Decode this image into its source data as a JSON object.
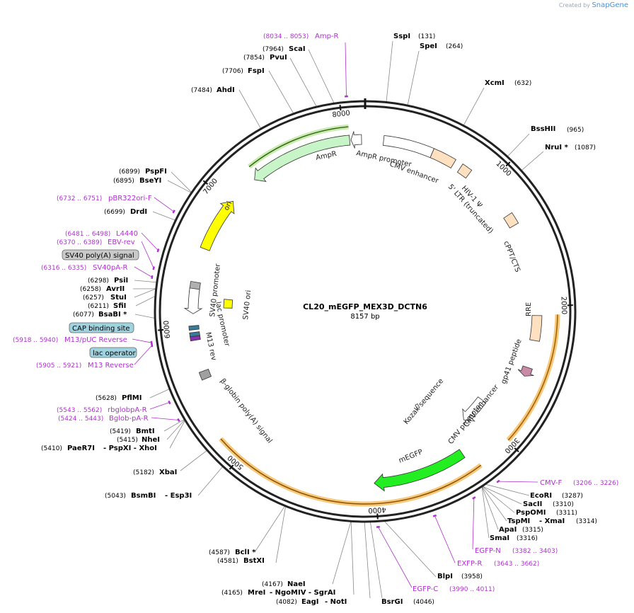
{
  "credit": {
    "prefix": "Created by",
    "brand": "SnapGene"
  },
  "plasmid": {
    "name": "CL20_mEGFP_MEX3D_DCTN6",
    "length": "8157 bp"
  },
  "ticks": [
    "1000",
    "2000",
    "3000",
    "4000",
    "5000",
    "6000",
    "7000",
    "8000"
  ],
  "enzymes": [
    {
      "name": "SspI",
      "pos": "(131)"
    },
    {
      "name": "SpeI",
      "pos": "(264)"
    },
    {
      "name": "XcmI",
      "pos": "(632)"
    },
    {
      "name": "BssHII",
      "pos": "(965)"
    },
    {
      "name": "NruI *",
      "pos": "(1087)"
    },
    {
      "name": "EcoRI",
      "pos": "(3287)"
    },
    {
      "name": "SacII",
      "pos": "(3310)"
    },
    {
      "name": "PspOMI",
      "pos": "(3311)"
    },
    {
      "name": "TspMI",
      "pos": "(3314)",
      "extra": "- XmaI"
    },
    {
      "name": "ApaI",
      "pos": "(3315)"
    },
    {
      "name": "SmaI",
      "pos": "(3316)"
    },
    {
      "name": "BlpI",
      "pos": "(3958)"
    },
    {
      "name": "BsrGI",
      "pos": "(4046)"
    },
    {
      "name": "EagI",
      "pos": "(4082)",
      "extra": "- NotI"
    },
    {
      "name": "MreI",
      "pos": "(4165)",
      "extra": "- NgoMIV  - SgrAI"
    },
    {
      "name": "NaeI",
      "pos": "(4167)"
    },
    {
      "name": "BstXI",
      "pos": "(4581)"
    },
    {
      "name": "BclI *",
      "pos": "(4587)"
    },
    {
      "name": "BsmBI",
      "pos": "(5043)",
      "extra": "- Esp3I"
    },
    {
      "name": "XbaI",
      "pos": "(5182)"
    },
    {
      "name": "PaeR7I",
      "pos": "(5410)",
      "extra": "- PspXI  - XhoI"
    },
    {
      "name": "NheI",
      "pos": "(5415)"
    },
    {
      "name": "BmtI",
      "pos": "(5419)"
    },
    {
      "name": "PflMI",
      "pos": "(5628)"
    },
    {
      "name": "BsaBI *",
      "pos": "(6077)"
    },
    {
      "name": "SfiI",
      "pos": "(6211)"
    },
    {
      "name": "StuI",
      "pos": "(6257)"
    },
    {
      "name": "AvrII",
      "pos": "(6258)"
    },
    {
      "name": "PsiI",
      "pos": "(6298)"
    },
    {
      "name": "DrdI",
      "pos": "(6699)"
    },
    {
      "name": "BseYI",
      "pos": "(6895)"
    },
    {
      "name": "PspFI",
      "pos": "(6899)"
    },
    {
      "name": "AhdI",
      "pos": "(7484)"
    },
    {
      "name": "FspI",
      "pos": "(7706)"
    },
    {
      "name": "PvuI",
      "pos": "(7854)"
    },
    {
      "name": "ScaI",
      "pos": "(7964)"
    }
  ],
  "primers": [
    {
      "name": "Amp-R",
      "pos": "(8034 .. 8053)"
    },
    {
      "name": "CMV-F",
      "pos": "(3206 .. 3226)"
    },
    {
      "name": "EGFP-N",
      "pos": "(3382 .. 3403)"
    },
    {
      "name": "EXFP-R",
      "pos": "(3643 .. 3662)"
    },
    {
      "name": "EGFP-C",
      "pos": "(3990 .. 4011)"
    },
    {
      "name": "Bglob-pA-R",
      "pos": "(5424 .. 5443)"
    },
    {
      "name": "rbglobpA-R",
      "pos": "(5543 .. 5562)"
    },
    {
      "name": "M13 Reverse",
      "pos": "(5905 .. 5921)"
    },
    {
      "name": "M13/pUC Reverse",
      "pos": "(5918 .. 5940)"
    },
    {
      "name": "SV40pA-R",
      "pos": "(6316 .. 6335)"
    },
    {
      "name": "EBV-rev",
      "pos": "(6370 .. 6389)"
    },
    {
      "name": "L4440",
      "pos": "(6481 .. 6498)"
    },
    {
      "name": "pBR322ori-F",
      "pos": "(6732 .. 6751)"
    }
  ],
  "boxed_features": [
    {
      "name": "SV40 poly(A) signal",
      "color": "#c9c9c9"
    },
    {
      "name": "CAP binding site",
      "color": "#9fd3df"
    },
    {
      "name": "lac operator",
      "color": "#9fd3df"
    }
  ],
  "features": {
    "ampr": "AmpR",
    "ampr_promoter": "AmpR promoter",
    "cmv_enhancer_top": "CMV enhancer",
    "hiv_ltr": "HIV-1 Ψ",
    "ltr_trunc": "5' LTR (truncated)",
    "cppt": "cPPT/CTS",
    "rre": "RRE",
    "gp41": "gp41 peptide",
    "cmv_enhancer": "CMV enhancer",
    "cmv_promoter": "CMV promoter",
    "kozak": "Kozak sequence",
    "megfp": "mEGFP",
    "bglobin": "β-globin poly(A) signal",
    "ori": "ori",
    "sv40_promoter": "SV40 promoter",
    "sv40_ori": "SV40 ori",
    "lac_promoter": "lac promoter",
    "m13rev": "M13 rev"
  },
  "colors": {
    "ampr": "#c8f5c8",
    "megfp": "#22ee22",
    "ori": "#ffff00",
    "ltr": "#ffe0c0",
    "rre": "#ffe0c0",
    "primer": "#b030d0",
    "orf_highlight": "#f7c77a",
    "gp41": "#c98aa8",
    "sv40_promoter": "#b0b0b0"
  }
}
